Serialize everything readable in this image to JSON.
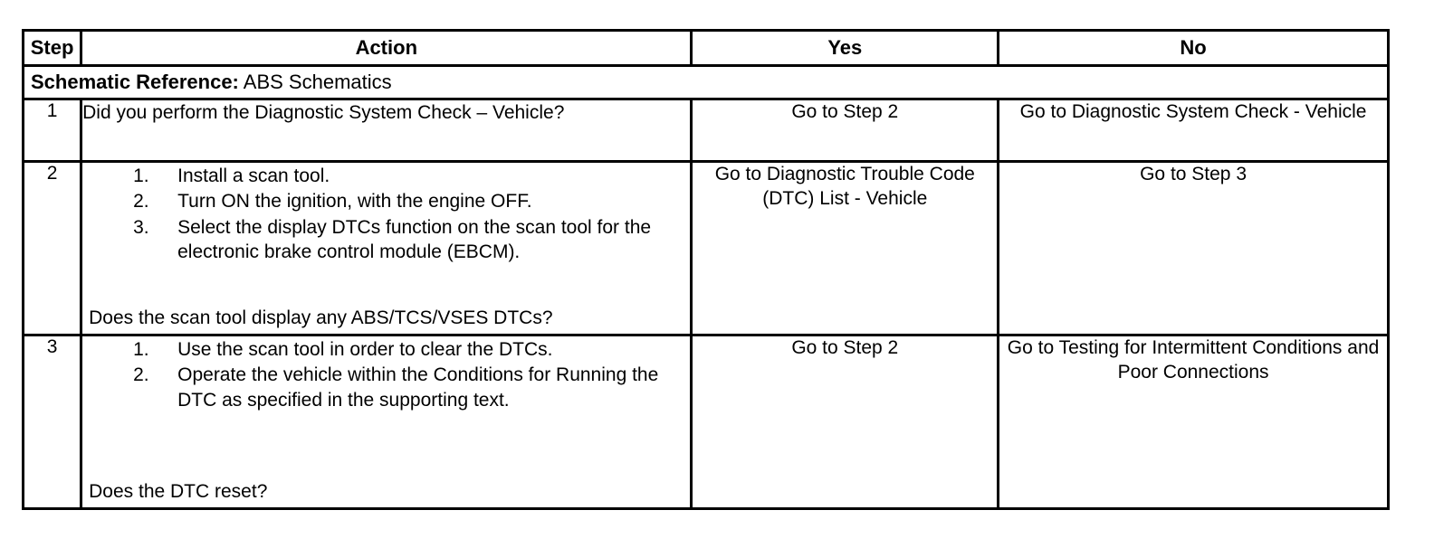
{
  "table": {
    "headers": {
      "step": "Step",
      "action": "Action",
      "yes": "Yes",
      "no": "No"
    },
    "schematic_reference": {
      "label": "Schematic Reference:",
      "value": " ABS Schematics"
    },
    "rows": [
      {
        "step": "1",
        "action": {
          "intro": "Did you perform the Diagnostic System Check – Vehicle?",
          "steps": [],
          "question": ""
        },
        "yes": "Go to Step 2",
        "no": "Go to Diagnostic System Check - Vehicle"
      },
      {
        "step": "2",
        "action": {
          "intro": "",
          "steps": [
            {
              "num": "1.",
              "text": "Install a scan tool."
            },
            {
              "num": "2.",
              "text": "Turn ON the ignition, with the engine OFF."
            },
            {
              "num": "3.",
              "text": "Select the display DTCs function on the scan tool for the electronic brake control module (EBCM)."
            }
          ],
          "question": "Does the scan tool display any ABS/TCS/VSES DTCs?"
        },
        "yes": "Go to Diagnostic Trouble Code (DTC) List - Vehicle",
        "no": "Go to Step 3"
      },
      {
        "step": "3",
        "action": {
          "intro": "",
          "steps": [
            {
              "num": "1.",
              "text": "Use the scan tool in order to clear the DTCs."
            },
            {
              "num": "2.",
              "text": "Operate the vehicle within the Conditions for Running the DTC as specified in the supporting text."
            }
          ],
          "question": "Does the DTC reset?"
        },
        "yes": "Go to Step 2",
        "no": "Go to Testing for Intermittent Conditions and Poor Connections"
      }
    ]
  },
  "colors": {
    "border": "#000000",
    "text": "#000000",
    "background": "#ffffff"
  }
}
